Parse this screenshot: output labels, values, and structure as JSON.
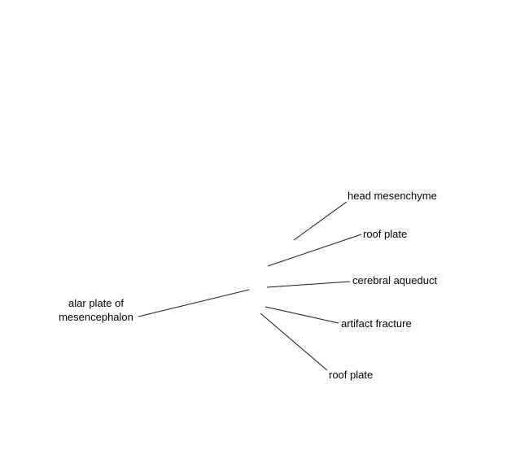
{
  "labels": {
    "head_mesenchyme": "head mesenchyme",
    "roof_plate_upper": "roof plate",
    "cerebral_aqueduct": "cerebral aqueduct",
    "artifact_fracture": "artifact fracture",
    "roof_plate_lower": "roof plate",
    "alar_plate_line1": "alar plate of",
    "alar_plate_line2": "mesencephalon"
  },
  "colors": {
    "background": "#ffffff",
    "line": "#1a1a1a",
    "text": "#000000"
  }
}
